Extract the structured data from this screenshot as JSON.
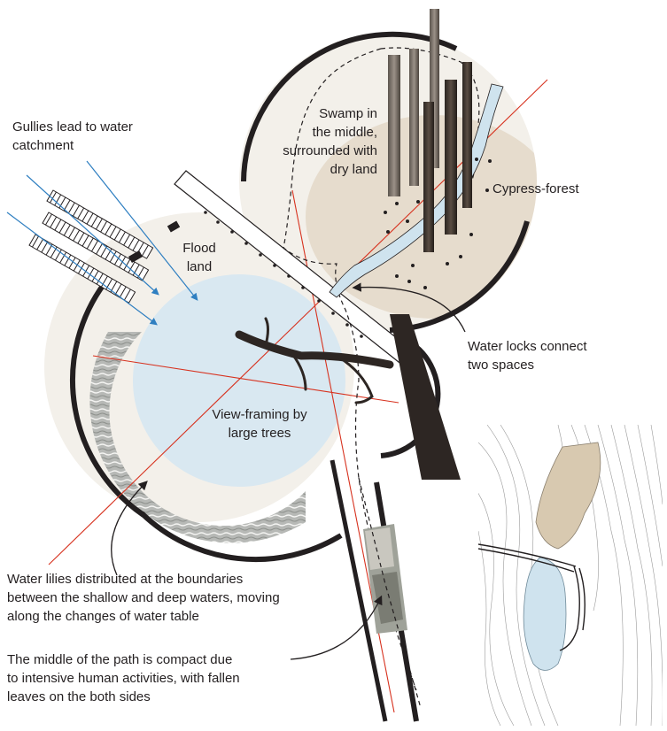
{
  "labels": {
    "gullies": [
      "Gullies lead to water",
      "catchment"
    ],
    "swamp": [
      "Swamp in",
      "the middle,",
      "surrounded with",
      "dry land"
    ],
    "cypress": "Cypress-forest",
    "flood": [
      "Flood",
      "land"
    ],
    "water_locks": [
      "Water locks connect",
      "two spaces"
    ],
    "view_framing": [
      "View-framing by",
      "large trees"
    ],
    "water_lilies": [
      "Water lilies distributed at the boundaries",
      "between the shallow and deep waters, moving",
      "along the changes of water table"
    ],
    "path": [
      "The middle of the path is compact due",
      "to intensive human activities, with fallen",
      "leaves on the both sides"
    ]
  },
  "colors": {
    "water": "#d9e8f1",
    "dry_land": "#e6dccd",
    "swamp_bg": "#f3f0ea",
    "axis_red": "#d7321f",
    "arrow_blue": "#2f7fc1",
    "ink": "#231f20",
    "inset_fill": "#d8c9b0",
    "inset_water": "#cfe3ee"
  },
  "icons": [
    "tree-trunk-icon",
    "branch-icon",
    "arrow-icon"
  ]
}
